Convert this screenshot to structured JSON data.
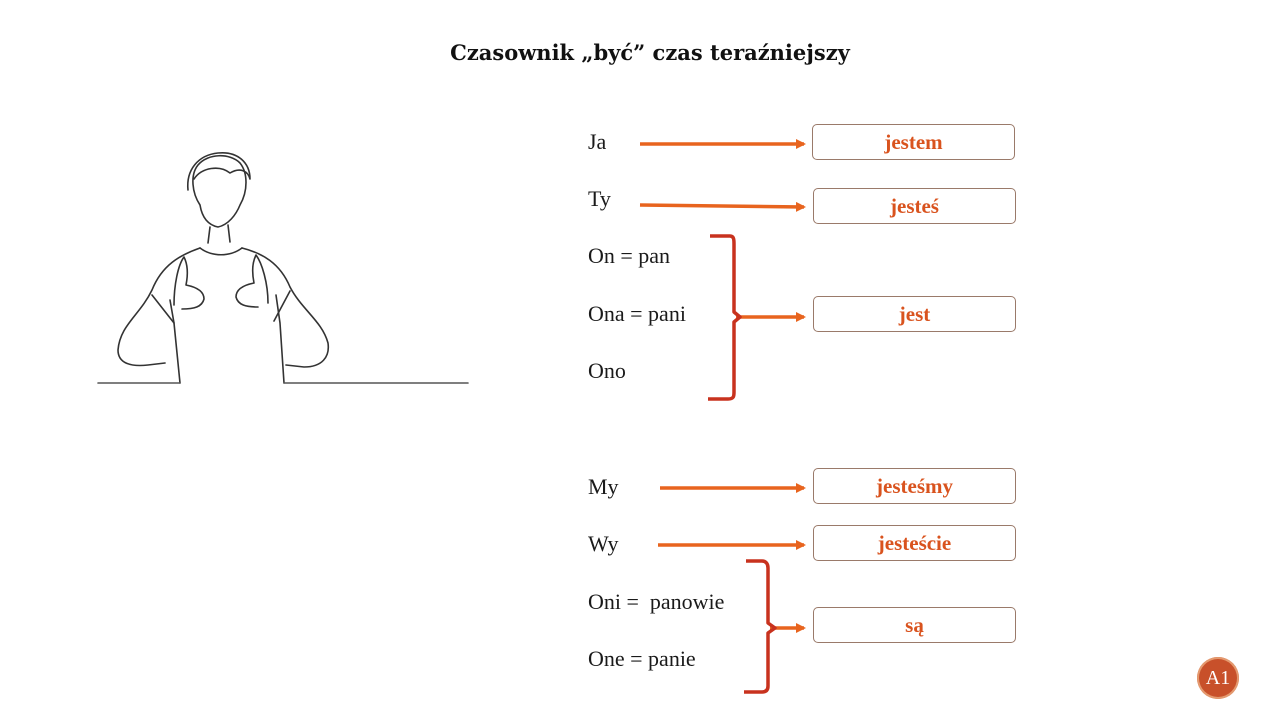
{
  "title": "Czasownik „być” czas teraźniejszy",
  "colors": {
    "arrow": "#e8641e",
    "brace": "#c8321e",
    "form_text": "#d9531e"
  },
  "singular": {
    "ja": "Ja",
    "ty": "Ty",
    "on": "On = pan",
    "ona": "Ona = pani",
    "ono": "Ono",
    "form_ja": "jestem",
    "form_ty": "jesteś",
    "form_on": "jest"
  },
  "plural": {
    "my": "My",
    "wy": "Wy",
    "oni": "Oni =  panowie",
    "one": "One = panie",
    "form_my": "jesteśmy",
    "form_wy": "jesteście",
    "form_oni": "są"
  },
  "badge": "A1"
}
